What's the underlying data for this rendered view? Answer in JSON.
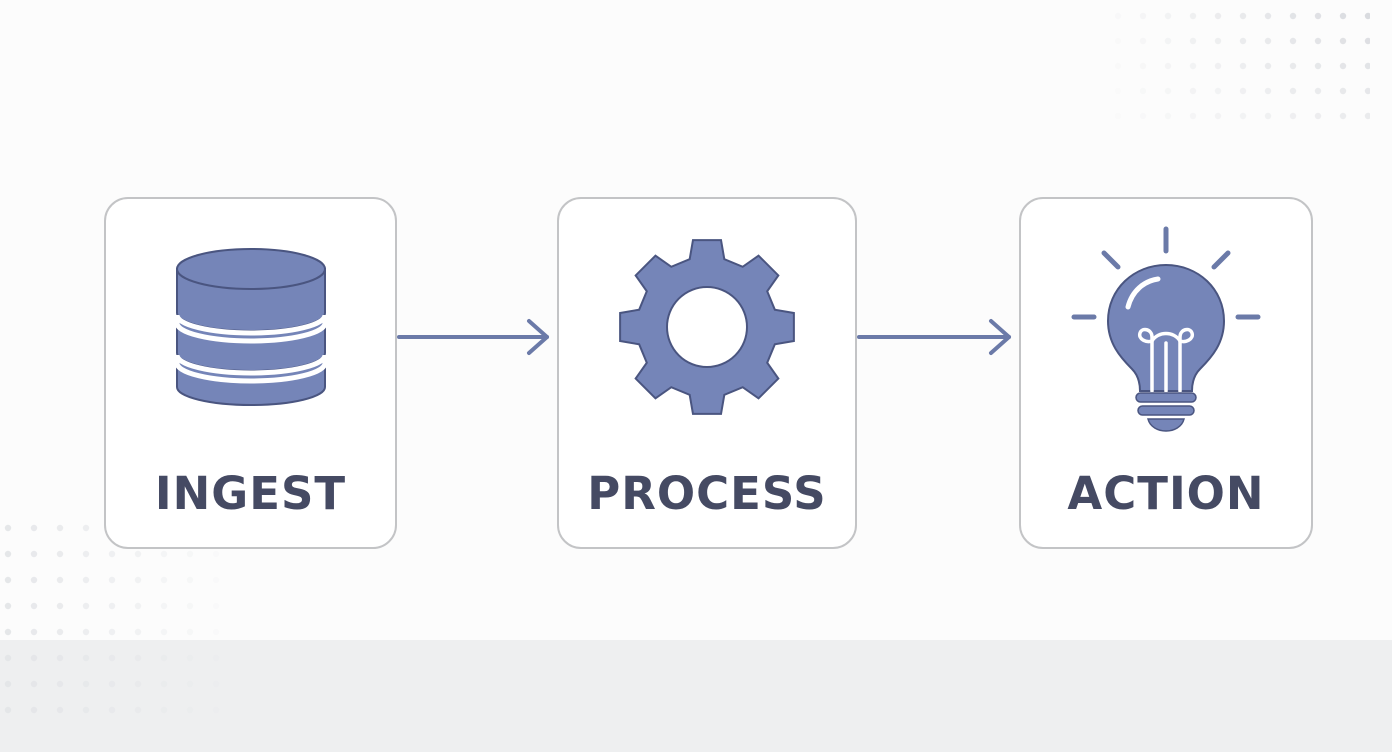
{
  "colors": {
    "icon_fill": "#7585b8",
    "icon_stroke": "#4a5580",
    "label": "#454a63",
    "card_border": "#c3c4c6",
    "arrow": "#6b7aa8"
  },
  "steps": [
    {
      "label": "INGEST",
      "icon": "database-icon"
    },
    {
      "label": "PROCESS",
      "icon": "gear-icon"
    },
    {
      "label": "ACTION",
      "icon": "lightbulb-icon"
    }
  ]
}
